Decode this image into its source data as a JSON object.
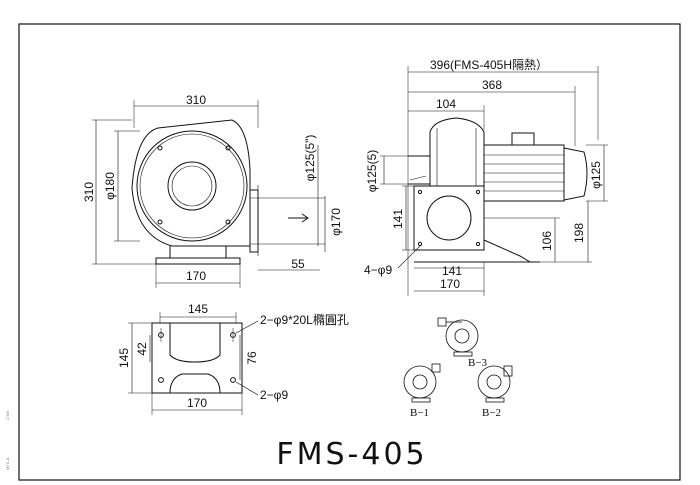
{
  "title": "FMS-405",
  "front_view": {
    "width": "310",
    "height": "310",
    "inner_diameter": "φ180",
    "outlet_diameter": "φ125(5\")",
    "flange_opening": "φ170",
    "base_width": "170",
    "offset": "55"
  },
  "side_view": {
    "total_length_h": "396(FMS-405H隔熱）",
    "total_length": "368",
    "housing_width": "104",
    "inlet_diameter": "φ125(5)",
    "motor_diameter": "φ125",
    "flange_height": "141",
    "bolt_spec": "4−φ9",
    "center_height": "106",
    "overall_height": "198",
    "flange_width": "141",
    "base_width": "170"
  },
  "base_view": {
    "top_width": "145",
    "height": "145",
    "inner_height": "42",
    "slot_spacing": "76",
    "bottom_width": "170",
    "slot_spec": "2−φ9*20L橢圓孔",
    "hole_spec": "2−φ9"
  },
  "orientations": [
    "B−3",
    "B−1",
    "B−2"
  ],
  "side_notes": [
    "2.5M",
    "MTX-A"
  ]
}
